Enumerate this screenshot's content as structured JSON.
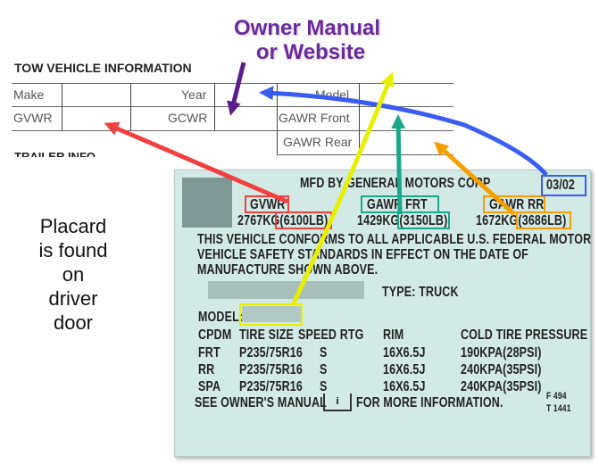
{
  "callout": {
    "owner_line1": "Owner Manual",
    "owner_line2": "or Website",
    "placard_note": [
      "Placard",
      "is found",
      "on",
      "driver",
      "door"
    ]
  },
  "form": {
    "title": "TOW VEHICLE INFORMATION",
    "trailer_title": "TRAILER INFO",
    "labels": {
      "make": "Make",
      "year": "Year",
      "model": "Model",
      "gvwr": "GVWR",
      "gcwr": "GCWR",
      "gawr_front": "GAWR Front",
      "gawr_rear": "GAWR Rear"
    }
  },
  "placard": {
    "manufacturer": "MFD BY GENERAL MOTORS CORP",
    "date": "03/02",
    "gvwr_label": "GVWR",
    "gvwr_value": "2767KG(6100LB)",
    "gawr_frt_label": "GAWR FRT",
    "gawr_frt_value": "1429KG(3150LB)",
    "gawr_rr_label": "GAWR RR",
    "gawr_rr_value": "1672KG(3686LB)",
    "conformance": [
      "THIS VEHICLE CONFORMS TO ALL APPLICABLE U.S. FEDERAL MOTOR",
      "VEHICLE SAFETY STANDARDS IN EFFECT ON THE DATE OF",
      "MANUFACTURE SHOWN ABOVE."
    ],
    "type": "TYPE: TRUCK",
    "model_label": "MODEL:",
    "headers": [
      "CPDM",
      "TIRE SIZE",
      "SPEED RTG",
      "RIM",
      "COLD TIRE PRESSURE"
    ],
    "rows": [
      [
        "FRT",
        "P235/75R16",
        "S",
        "16X6.5J",
        "190KPA(28PSI)"
      ],
      [
        "RR",
        "P235/75R16",
        "S",
        "16X6.5J",
        "240KPA(35PSI)"
      ],
      [
        "SPA",
        "P235/75R16",
        "S",
        "16X6.5J",
        "240KPA(35PSI)"
      ]
    ],
    "footer_left": "SEE OWNER'S MANUAL",
    "footer_right": "FOR MORE INFORMATION.",
    "code1": "F 494",
    "code2": "T 1441"
  },
  "colors": {
    "gvwr": "#f04040",
    "gawr_front": "#1aa88a",
    "gawr_rear": "#f5a000",
    "date": "#3a5cf0",
    "model": "#e6f000",
    "owner": "#5a1e8a"
  }
}
